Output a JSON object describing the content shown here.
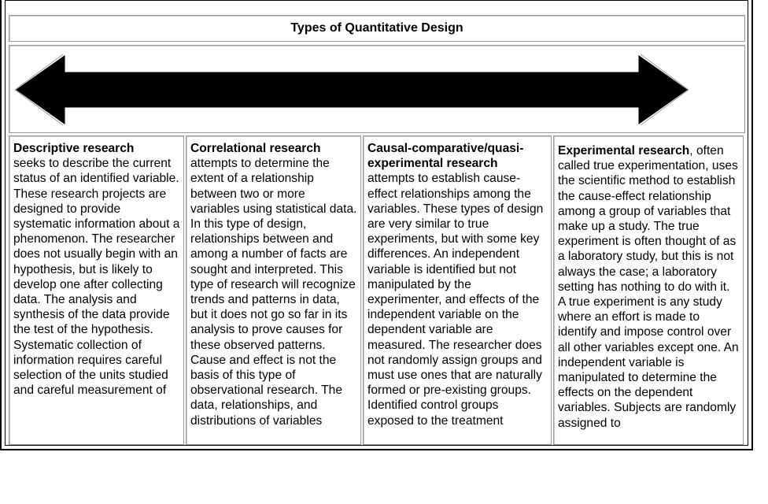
{
  "title": "Types of Quantitative Design",
  "columns": [
    {
      "heading": "Descriptive research",
      "body": "seeks to describe the current status of an identified variable. These research projects are designed to provide systematic information about a phenomenon.  The researcher does not usually begin with an hypothesis, but is likely to develop one after collecting data.  The analysis and synthesis of the data provide the test of the hypothesis.  Systematic collection of information requires careful selection of the units studied and careful measurement of"
    },
    {
      "heading": "Correlational research",
      "body": "attempts to determine the extent of a relationship between two or more variables using statistical data.  In this type of design, relationships between and among a number of facts are sought and interpreted.  This type of research will recognize trends and patterns in data, but it does not go so far in its analysis to prove causes for these observed patterns. Cause and effect is not the basis of this type of observational research. The data, relationships, and distributions of variables"
    },
    {
      "heading": "Causal-comparative/quasi-experimental research",
      "body": "attempts to establish cause-effect relationships among the variables.  These types of design are very similar to true experiments, but with some key differences.  An independent variable is identified but not manipulated by the experimenter, and effects of the independent variable on the dependent variable are measured. The researcher does not randomly assign groups and must use ones that are naturally formed or pre-existing groups. Identified control groups exposed to the treatment"
    },
    {
      "heading": "Experimental research",
      "body": ", often called true experimentation, uses the scientific method to establish the cause-effect relationship among a group of variables that make up a study.  The true experiment is often thought of as a laboratory study, but this is not always the case; a laboratory setting has nothing to do with it.  A true experiment is any study where an effort is made to identify and impose control over all other variables except one.  An independent variable is manipulated to determine the effects on the dependent variables.  Subjects are randomly assigned to"
    }
  ]
}
